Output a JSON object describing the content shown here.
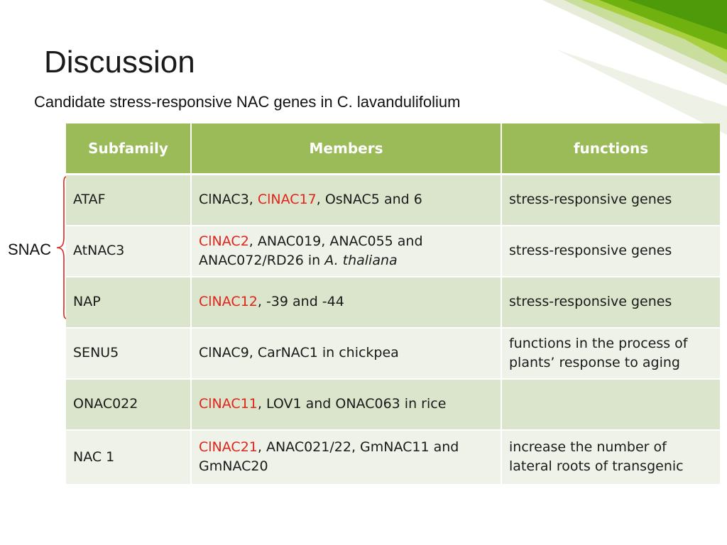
{
  "slide": {
    "title": "Discussion",
    "subtitle": "Candidate stress-responsive NAC genes in C. lavandulifolium",
    "accent_color": "#9bbb59",
    "highlight_color": "#e0241b"
  },
  "group_label": {
    "text": "SNAC",
    "brace_color": "#e0241b"
  },
  "table": {
    "headers": [
      "Subfamily",
      "Members",
      "functions"
    ],
    "rows": [
      {
        "subfamily": "ATAF",
        "members": [
          {
            "text": "ClNAC3, "
          },
          {
            "text": "ClNAC17",
            "highlight": true
          },
          {
            "text": ", OsNAC5 and 6"
          }
        ],
        "functions": "stress-responsive genes"
      },
      {
        "subfamily": "AtNAC3",
        "members": [
          {
            "text": "ClNAC2",
            "highlight": true
          },
          {
            "text": ", ANAC019, ANAC055 and ANAC072/RD26 in "
          },
          {
            "text": "A. thaliana",
            "italic": true
          }
        ],
        "functions": "stress-responsive genes"
      },
      {
        "subfamily": "NAP",
        "members": [
          {
            "text": "ClNAC12",
            "highlight": true
          },
          {
            "text": ", -39 and -44"
          }
        ],
        "functions": "stress-responsive genes"
      },
      {
        "subfamily": "SENU5",
        "members": [
          {
            "text": "ClNAC9, CarNAC1 in chickpea"
          }
        ],
        "functions": "functions in the process of plants’ response to aging"
      },
      {
        "subfamily": "ONAC022",
        "members": [
          {
            "text": "ClNAC11",
            "highlight": true
          },
          {
            "text": ", LOV1 and ONAC063 in rice"
          }
        ],
        "functions": ""
      },
      {
        "subfamily": "NAC 1",
        "members": [
          {
            "text": "ClNAC21",
            "highlight": true
          },
          {
            "text": ", ANAC021/22, GmNAC11 and GmNAC20"
          }
        ],
        "functions": "increase the number of lateral roots of transgenic"
      }
    ]
  }
}
